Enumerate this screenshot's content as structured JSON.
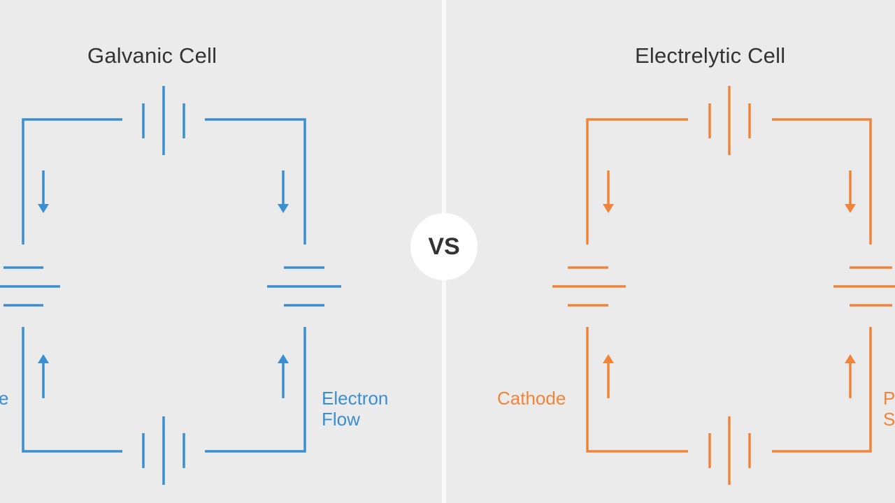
{
  "galvanic": {
    "title": "Galvanic Cell",
    "color": "#3a8fd0",
    "label_left": "e",
    "label_flow": "Electron\nFlow"
  },
  "electrolytic": {
    "title": "Electrelytic Cell",
    "color": "#f0843a",
    "label_cathode": "Cathode",
    "label_right": "P\nS"
  },
  "vs_label": "VS"
}
